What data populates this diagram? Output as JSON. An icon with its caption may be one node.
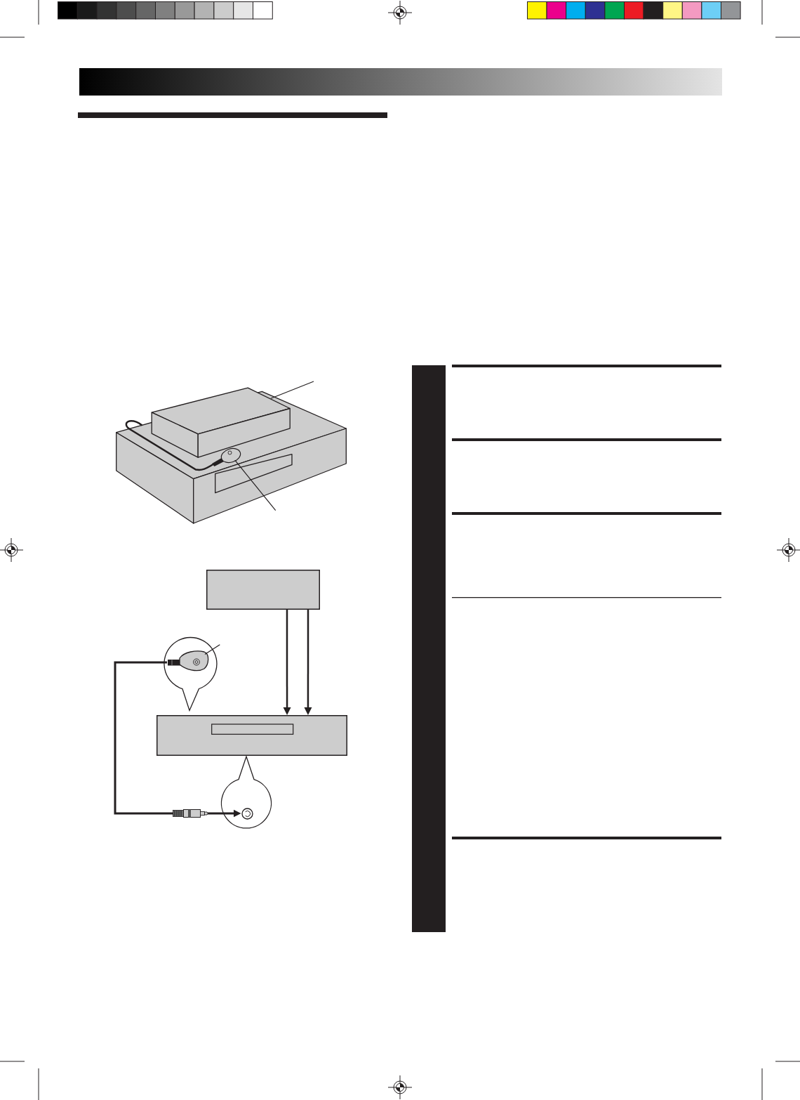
{
  "diagram": {
    "nodes": [
      {
        "text": [],
        "shape": "box"
      },
      {
        "text": [],
        "shape": "picture"
      },
      {
        "text": [],
        "shape": "box"
      },
      {
        "text": [],
        "shape": "circle"
      },
      {
        "text": [],
        "shape": "picture",
        "in": 3
      },
      {
        "text": [],
        "shape": "box"
      },
      {
        "text": [],
        "shape": "circle"
      },
      {
        "text": [],
        "shape": "circle",
        "in": 6
      },
      {
        "text": [],
        "shape": "bar"
      }
    ],
    "edges": [
      {
        "from": null,
        "to": 0,
        "arrow": "none"
      },
      {
        "from": null,
        "to": 1,
        "arrow": "none"
      },
      {
        "from": 2,
        "to": 5,
        "arrow": "to"
      },
      {
        "from": 2,
        "to": 5,
        "arrow": "to"
      },
      {
        "from": null,
        "to": 4,
        "arrow": "none"
      },
      {
        "from": 4,
        "to": 7,
        "arrow": "to"
      }
    ]
  }
}
